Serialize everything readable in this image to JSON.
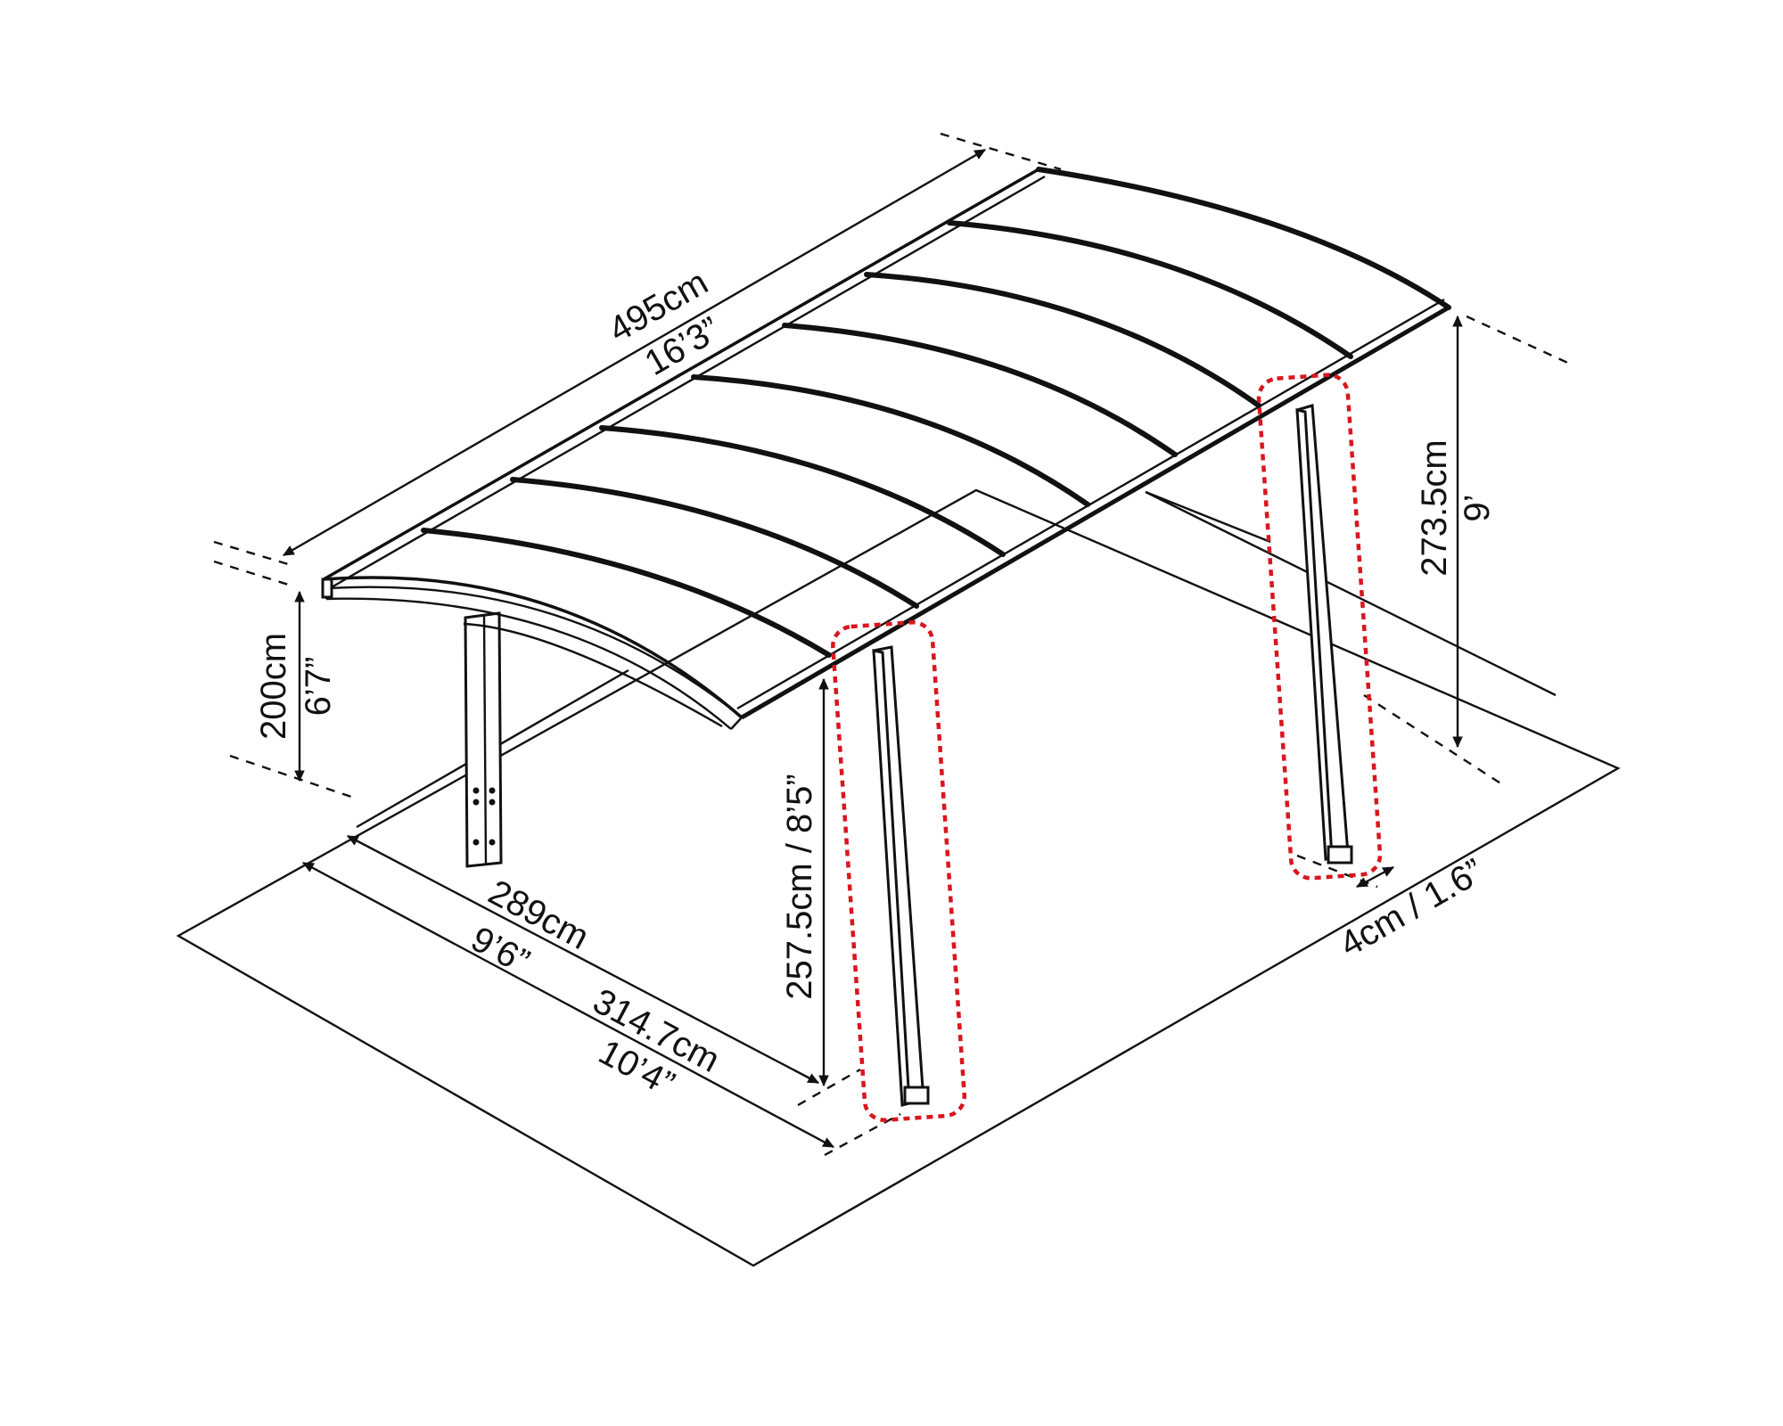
{
  "dimensions": {
    "length_cm": "495cm",
    "length_in": "16’3”",
    "clear_height_front_cm": "200cm",
    "clear_height_front_in": "6’7”",
    "post_height": "257.5cm / 8’5”",
    "overall_height_cm": "273.5cm",
    "overall_height_in": "9’",
    "width_posts_cm": "289cm",
    "width_posts_in": "9’6”",
    "width_overall_cm": "314.7cm",
    "width_overall_in": "10’4”",
    "post_offset": "4cm / 1.6”"
  },
  "highlight_color": "#d9161e",
  "line_color": "#111111"
}
